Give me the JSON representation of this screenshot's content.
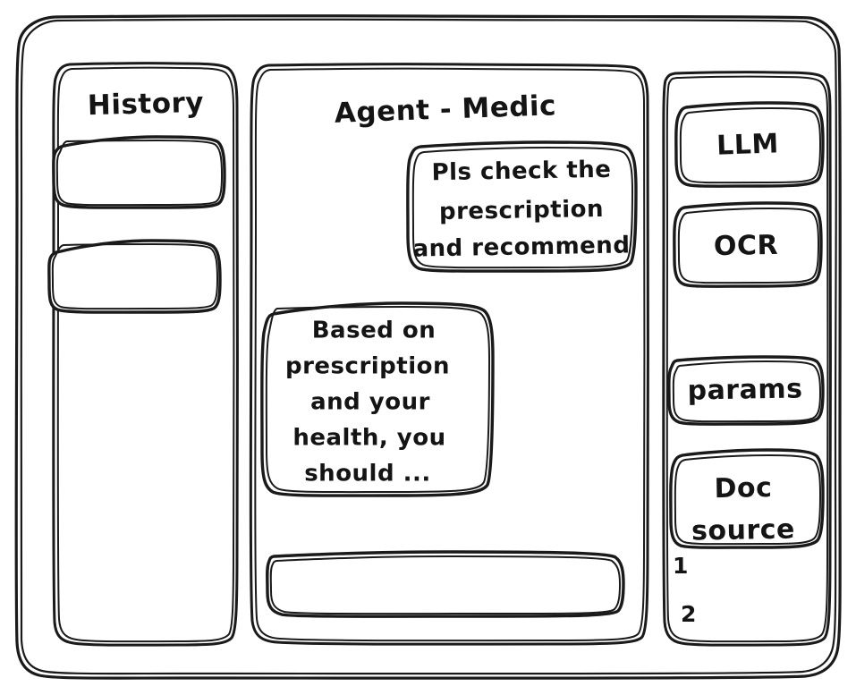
{
  "window": {
    "name": "agent-medic-wireframe"
  },
  "history_panel": {
    "title": "History",
    "items": [
      {
        "label": ""
      },
      {
        "label": ""
      }
    ]
  },
  "main_panel": {
    "title": "Agent - Medic",
    "messages": [
      {
        "role": "user",
        "lines": [
          "Pls check the",
          "prescription",
          "and recommend"
        ]
      },
      {
        "role": "assistant",
        "lines": [
          "Based on",
          "prescription",
          "and your",
          "health, you",
          "should ..."
        ]
      }
    ],
    "composer": {
      "value": "",
      "placeholder": ""
    }
  },
  "tools_panel": {
    "cards": [
      {
        "label": "LLM"
      },
      {
        "label": "OCR"
      },
      {
        "label": "params"
      },
      {
        "label": "Doc\nsource"
      }
    ],
    "doc_source_lines": [
      "Doc",
      "source"
    ],
    "source_numbers": [
      "1",
      "2"
    ]
  },
  "colors": {
    "ink": "#1a1a1a",
    "paper": "#ffffff"
  }
}
